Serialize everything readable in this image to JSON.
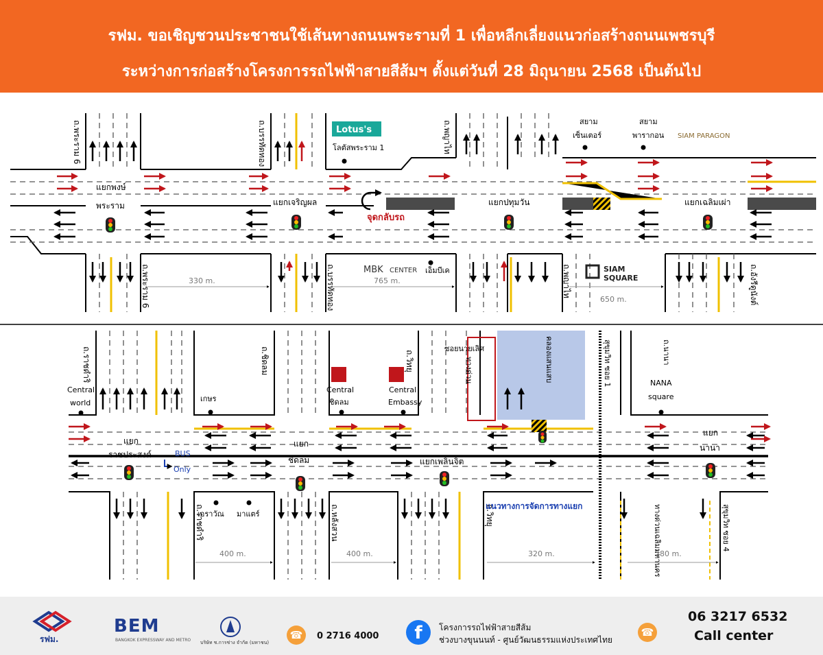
{
  "header": {
    "line1": "รฟม. ขอเชิญชวนประชาชนใช้เส้นทางถนนพระรามที่ 1 เพื่อหลีกเลี่ยงแนวก่อสร้างถนนเพชรบุรี",
    "line2": "ระหว่างการก่อสร้างโครงการรถไฟฟ้าสายสีส้มฯ ตั้งแต่วันที่ 28 มิถุนายน 2568 เป็นต้นไป"
  },
  "top_map": {
    "roads": [
      "ถ.พระราม 6",
      "ถ.บรรทัดทอง",
      "ถ.พญาไท",
      "ถ.พญาไท",
      "ถ.อังรีดูนังต์",
      "ถ.พระราม 6",
      "ถ.บรรทัดทอง"
    ],
    "junctions": [
      "แยกพงษ์",
      "พระราม",
      "แยกเจริญผล",
      "แยกปทุมวัน",
      "แยกเฉลิมเผ่า"
    ],
    "uturn_label": "จุดกลับรถ",
    "landmarks": [
      "โลตัสพระราม 1",
      "เอ็มบีเค",
      "สยาม",
      "เซ็นเตอร์",
      "สยาม",
      "พารากอน"
    ],
    "logos": {
      "lotus": "Lotus's",
      "mbk_a": "MBK",
      "mbk_b": "CENTER",
      "siam_square_1": "SIAM",
      "siam_square_2": "SQUARE",
      "paragon": "SIAM PARAGON"
    },
    "distances": [
      "330 m.",
      "765 m.",
      "650 m."
    ]
  },
  "bottom_map": {
    "roads": [
      "ถ.ราชดำริ",
      "ถ.ชิดลม",
      "ถ.วิทยุ",
      "ซอยนายเลิศ",
      "คลองแสนแสบ",
      "ทางด่วน",
      "สุขุมวิท ซอย 1",
      "ถ.นานา",
      "ถ.ราชดำริ",
      "ถ.หลังสวน",
      "ถ.วิทยุ",
      "ทางด่วนเฉลิมมหานคร",
      "สุขุมวิท ซอย 4"
    ],
    "junctions": [
      "แยก",
      "ราชประสงค์",
      "แยก",
      "ชิดลม",
      "แยกเพลินจิต",
      "แยก",
      "นานา"
    ],
    "bus_label_1": "BUS",
    "bus_label_2": "Only",
    "landmarks": [
      "Central",
      "world",
      "เกษร",
      "Central",
      "ชิดลม",
      "Central",
      "Embassy",
      "NANA",
      "square",
      "เอราวัณ",
      "มาแตร์"
    ],
    "management_line": "แนวทางการจัดการทางแยก",
    "distances": [
      "400 m.",
      "400 m.",
      "320 m.",
      "280 m."
    ]
  },
  "footer": {
    "mrta_text": "รฟม.",
    "bem_text": "BEM",
    "bem_sub": "BANGKOK EXPRESSWAY AND METRO",
    "third_logo_text": "บริษัท ช.การช่าง จำกัด (มหาชน)",
    "phone_1": "0 2716 4000",
    "fb_line_1": "โครงการรถไฟฟ้าสายสีส้ม",
    "fb_line_2": "ช่วงบางขุนนนท์ - ศูนย์วัฒนธรรมแห่งประเทศไทย",
    "phone_2": "06 3217 6532",
    "call_center": "Call center"
  },
  "colors": {
    "header_bg": "#f26722",
    "road_line": "#000000",
    "lane_dash": "#555555",
    "arrow_red": "#c0161b",
    "median_yellow": "#f0c000",
    "construction": "#4a4a4a",
    "highlight_blue": "#b8c8e8",
    "label_red": "#c0161b",
    "label_blue": "#1a3fb0"
  }
}
